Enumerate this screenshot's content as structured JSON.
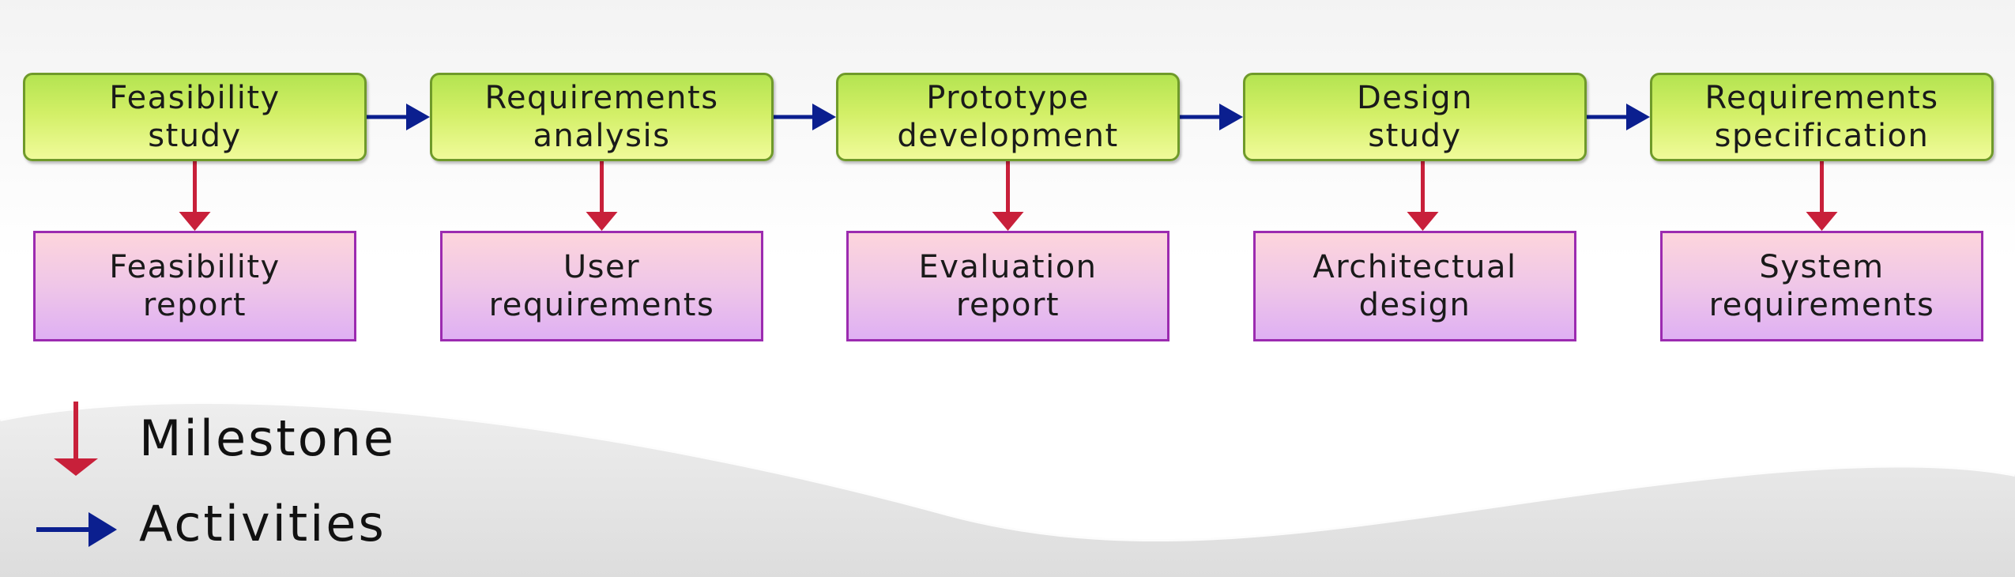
{
  "activities": [
    {
      "line1": "Feasibility",
      "line2": "study"
    },
    {
      "line1": "Requirements",
      "line2": "analysis"
    },
    {
      "line1": "Prototype",
      "line2": "development"
    },
    {
      "line1": "Design",
      "line2": "study"
    },
    {
      "line1": "Requirements",
      "line2": "specification"
    }
  ],
  "milestones": [
    {
      "line1": "Feasibility",
      "line2": "report"
    },
    {
      "line1": "User",
      "line2": "requirements"
    },
    {
      "line1": "Evaluation",
      "line2": "report"
    },
    {
      "line1": "Architectual",
      "line2": "design"
    },
    {
      "line1": "System",
      "line2": "requirements"
    }
  ],
  "legend": {
    "milestone_label": "Milestone",
    "activities_label": "Activities"
  },
  "colors": {
    "activity_arrow": "#0b1f8f",
    "milestone_arrow": "#c8203a",
    "activity_fill": "#c8ea5a",
    "milestone_fill": "#ecc4ea"
  }
}
